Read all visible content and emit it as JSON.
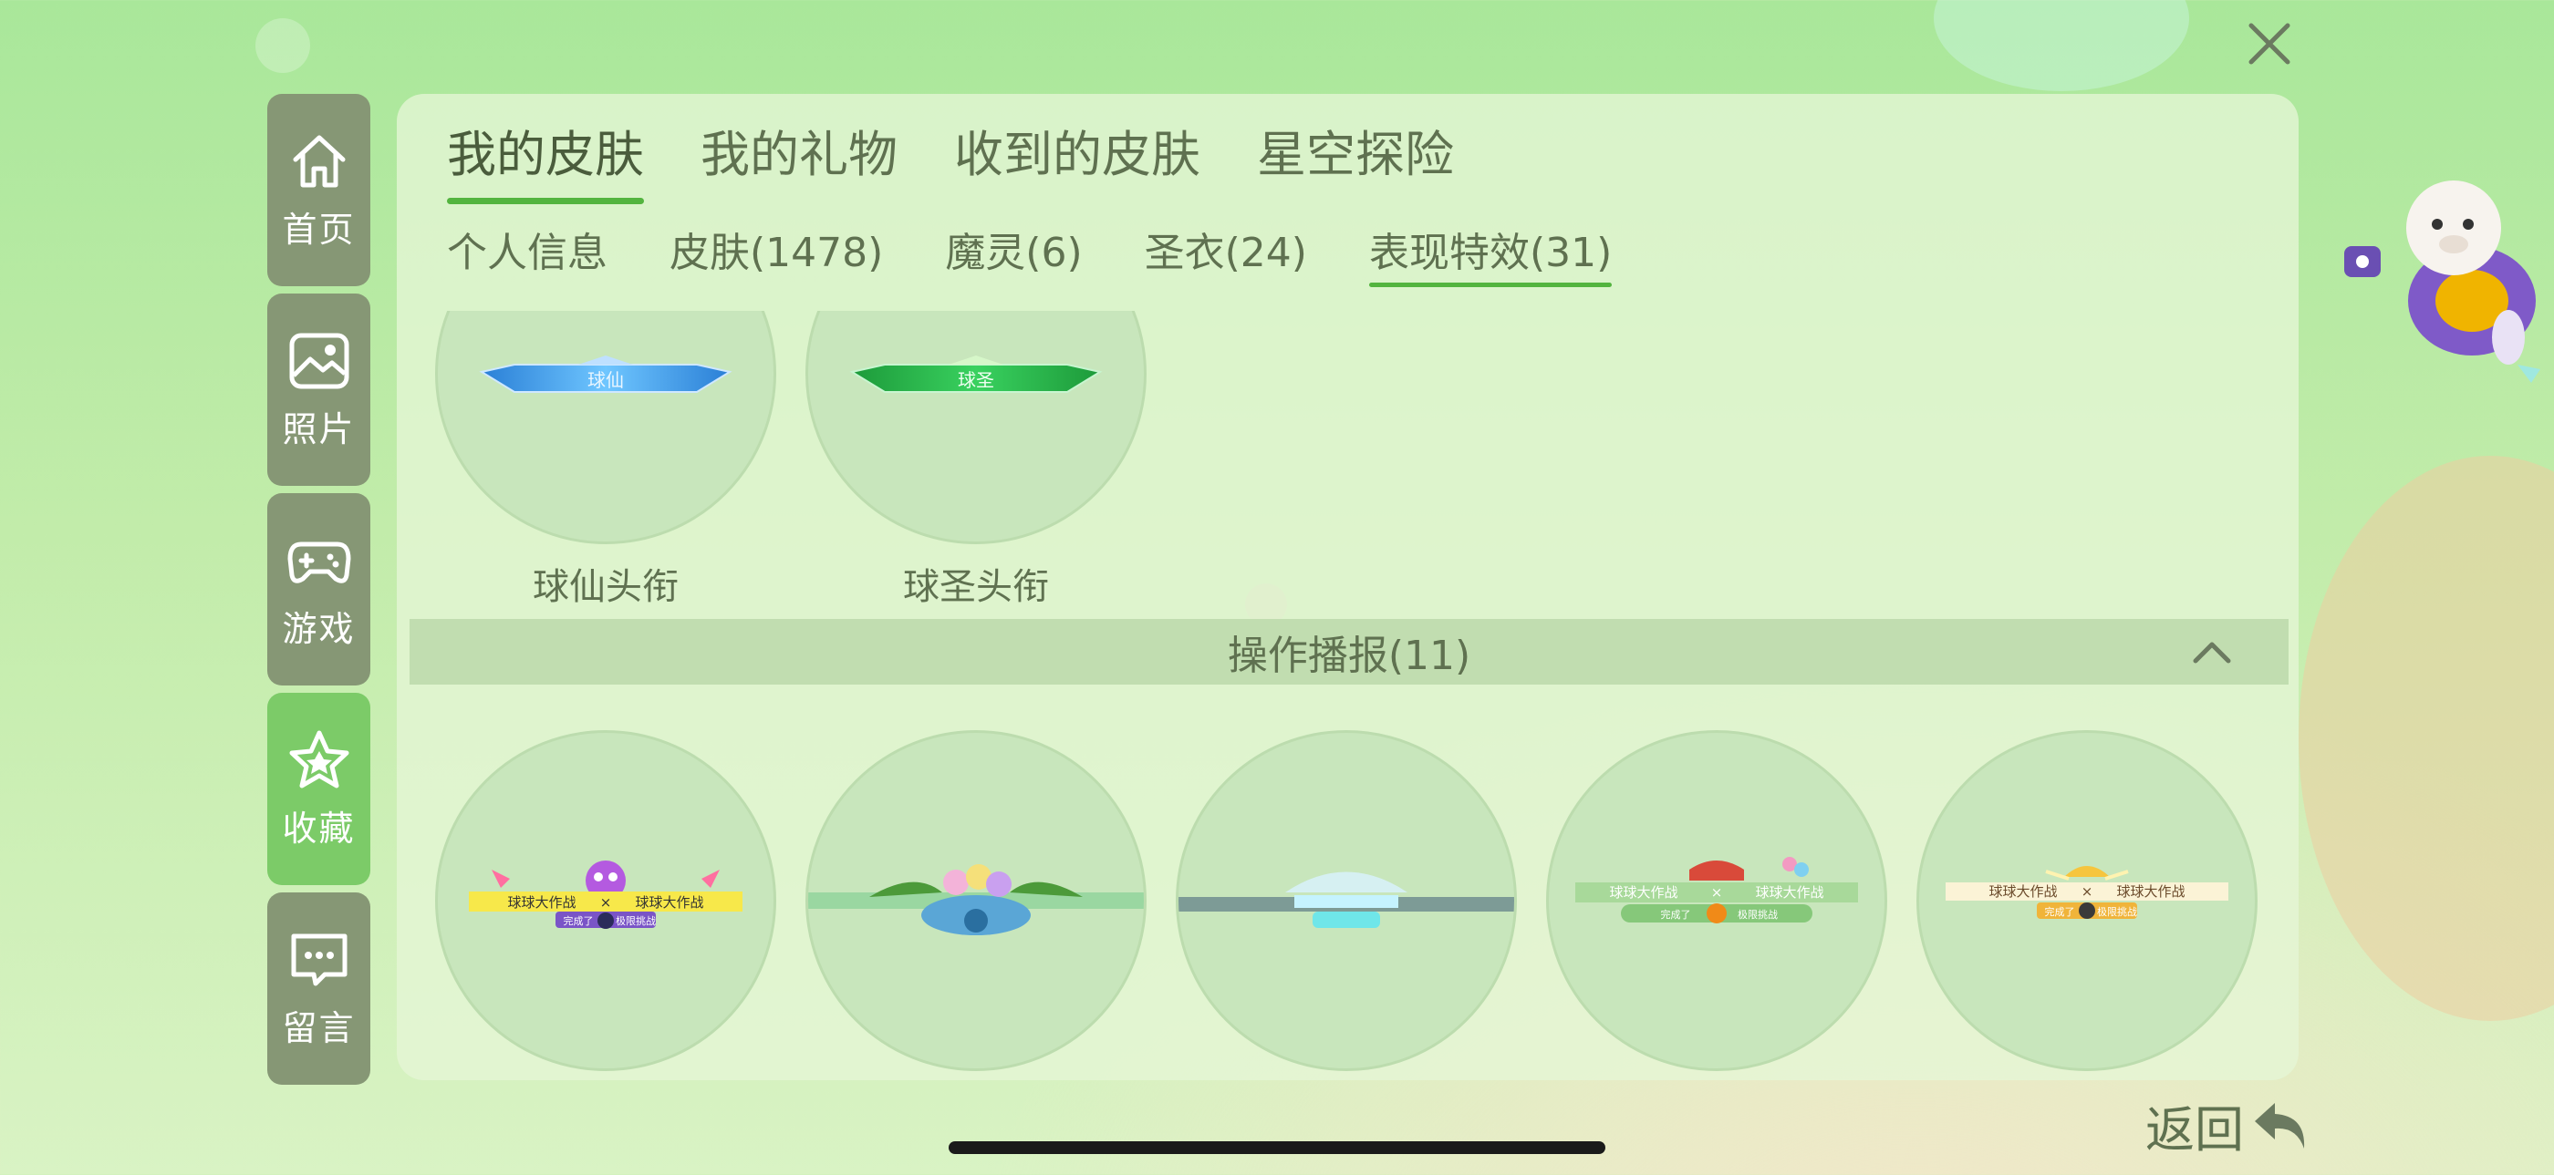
{
  "sidebar": {
    "items": [
      {
        "label": "首页",
        "icon": "home-icon"
      },
      {
        "label": "照片",
        "icon": "photo-icon"
      },
      {
        "label": "游戏",
        "icon": "gamepad-icon"
      },
      {
        "label": "收藏",
        "icon": "star-icon",
        "active": true
      },
      {
        "label": "留言",
        "icon": "message-icon"
      }
    ]
  },
  "tabs": [
    "我的皮肤",
    "我的礼物",
    "收到的皮肤",
    "星空探险"
  ],
  "active_tab": "我的皮肤",
  "subtabs": [
    "个人信息",
    "皮肤(1478)",
    "魔灵(6)",
    "圣衣(24)",
    "表现特效(31)"
  ],
  "active_subtab": "表现特效(31)",
  "title_items": [
    {
      "label": "球仙头衔",
      "banner_text": "球仙"
    },
    {
      "label": "球圣头衔",
      "banner_text": "球圣"
    }
  ],
  "section": {
    "title": "操作播报(11)"
  },
  "broadcast_items": [
    {
      "left": "球球大作战",
      "right": "球球大作战",
      "sub_left": "完成了",
      "sub_right": "极限挑战"
    },
    {
      "left": "",
      "right": "",
      "sub_left": "",
      "sub_right": ""
    },
    {
      "left": "",
      "right": "",
      "sub_left": "",
      "sub_right": ""
    },
    {
      "left": "球球大作战",
      "right": "球球大作战",
      "sub_left": "完成了",
      "sub_right": "极限挑战"
    },
    {
      "left": "球球大作战",
      "right": "球球大作战",
      "sub_left": "完成了",
      "sub_right": "极限挑战"
    }
  ],
  "back_label": "返回",
  "colors": {
    "accent": "#53b43f",
    "nav": "#869775",
    "nav_active": "#7ccb68",
    "text": "#5f7150"
  }
}
